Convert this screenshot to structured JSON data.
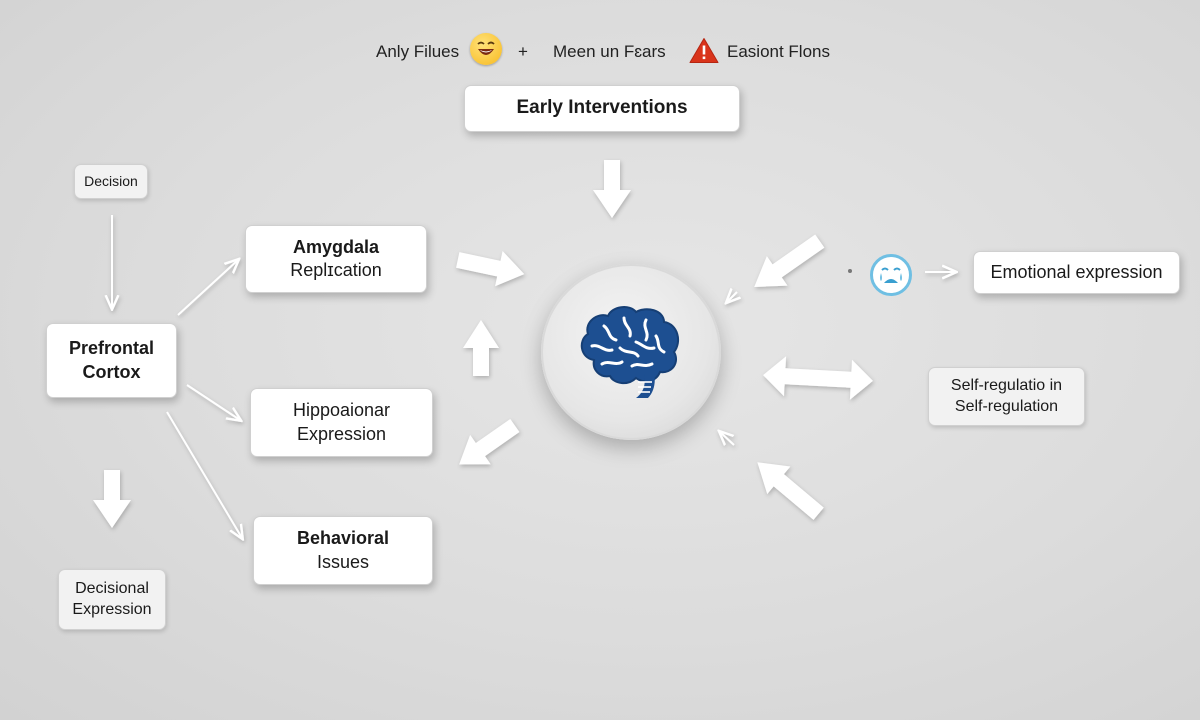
{
  "legend": {
    "item1": "Anly Filues",
    "plus": "+",
    "item2": "Meen un Fɛars",
    "item3": "Easiont Flons"
  },
  "nodes": {
    "early_interventions": "Early Interventions",
    "decision": "Decision",
    "amygdala": [
      "Amygdala",
      "Replɪcation"
    ],
    "prefrontal": [
      "Prefrontal",
      "Cortox"
    ],
    "hippocampal": [
      "Hippoaionar",
      "Expression"
    ],
    "behavioral": [
      "Behavioral",
      "Issues"
    ],
    "decisional": [
      "Decisional",
      "Expression"
    ],
    "emotional": "Emotional expression",
    "self_regulation": [
      "Self-regulatio in",
      "Self-regulation"
    ]
  },
  "icons": {
    "center": "brain-icon",
    "laugh": "laughing-emoji-icon",
    "warning": "warning-icon",
    "sad": "sad-face-icon"
  },
  "colors": {
    "brain": "#1d4f91",
    "warning": "#d9341b",
    "emoji": "#f7b91e",
    "sad_face": "#6fbfe3"
  }
}
